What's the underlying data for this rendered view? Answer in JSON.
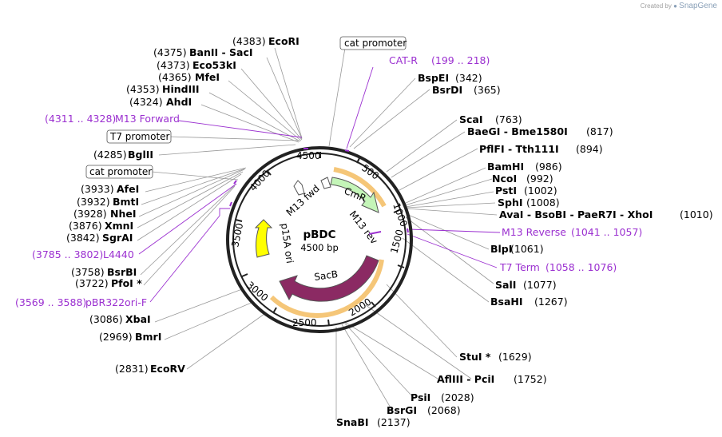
{
  "plasmid": {
    "name": "pBDC",
    "size_label": "4500 bp"
  },
  "credit": {
    "created_by": "Created by",
    "brand": "SnapGene"
  },
  "ticks": [
    "500",
    "1000",
    "1500",
    "2000",
    "2500",
    "3000",
    "3500",
    "4000",
    "4500"
  ],
  "features": [
    {
      "label": "CmR"
    },
    {
      "label": "SacB"
    },
    {
      "label": "p15A ori"
    },
    {
      "label": "M13 fwd"
    },
    {
      "label": "M13 rev"
    }
  ],
  "boxed_labels": [
    "cat promoter",
    "T7 promoter",
    "cat promoter"
  ],
  "primers": [
    {
      "name": "CAT-R",
      "range": "(199 .. 218)"
    },
    {
      "name": "M13 Forward",
      "range": "(4311 .. 4328)"
    },
    {
      "name": "L4440",
      "range": "(3785 .. 3802)"
    },
    {
      "name": "pBR322ori-F",
      "range": "(3569 .. 3588)"
    },
    {
      "name": "M13 Reverse",
      "range": "(1041 .. 1057)"
    },
    {
      "name": "T7 Term",
      "range": "(1058 .. 1076)"
    }
  ],
  "sites": [
    {
      "name": "EcoRI",
      "pos": "(4383)"
    },
    {
      "name": "BanII  - SacI",
      "pos": "(4375)"
    },
    {
      "name": "Eco53kI",
      "pos": "(4373)"
    },
    {
      "name": "MfeI",
      "pos": "(4365)"
    },
    {
      "name": "HindIII",
      "pos": "(4353)"
    },
    {
      "name": "AhdI",
      "pos": "(4324)"
    },
    {
      "name": "BglII",
      "pos": "(4285)"
    },
    {
      "name": "AfeI",
      "pos": "(3933)"
    },
    {
      "name": "BmtI",
      "pos": "(3932)"
    },
    {
      "name": "NheI",
      "pos": "(3928)"
    },
    {
      "name": "XmnI",
      "pos": "(3876)"
    },
    {
      "name": "SgrAI",
      "pos": "(3842)"
    },
    {
      "name": "BsrBI",
      "pos": "(3758)"
    },
    {
      "name": "PfoI *",
      "pos": "(3722)"
    },
    {
      "name": "XbaI",
      "pos": "(3086)"
    },
    {
      "name": "BmrI",
      "pos": "(2969)"
    },
    {
      "name": "EcoRV",
      "pos": "(2831)"
    },
    {
      "name": "BspEI",
      "pos": "(342)"
    },
    {
      "name": "BsrDI",
      "pos": "(365)"
    },
    {
      "name": "ScaI",
      "pos": "(763)"
    },
    {
      "name": "BaeGI  - Bme1580I",
      "pos": "(817)"
    },
    {
      "name": "PflFI  - Tth111I",
      "pos": "(894)"
    },
    {
      "name": "BamHI",
      "pos": "(986)"
    },
    {
      "name": "NcoI",
      "pos": "(992)"
    },
    {
      "name": "PstI",
      "pos": "(1002)"
    },
    {
      "name": "SphI",
      "pos": "(1008)"
    },
    {
      "name": "AvaI  - BsoBI  - PaeR7I  - XhoI",
      "pos": "(1010)"
    },
    {
      "name": "BlpI",
      "pos": "(1061)"
    },
    {
      "name": "SalI",
      "pos": "(1077)"
    },
    {
      "name": "BsaHI",
      "pos": "(1267)"
    },
    {
      "name": "StuI *",
      "pos": "(1629)"
    },
    {
      "name": "AflIII  - PciI",
      "pos": "(1752)"
    },
    {
      "name": "PsiI",
      "pos": "(2028)"
    },
    {
      "name": "BsrGI",
      "pos": "(2068)"
    },
    {
      "name": "SnaBI",
      "pos": "(2137)"
    }
  ]
}
